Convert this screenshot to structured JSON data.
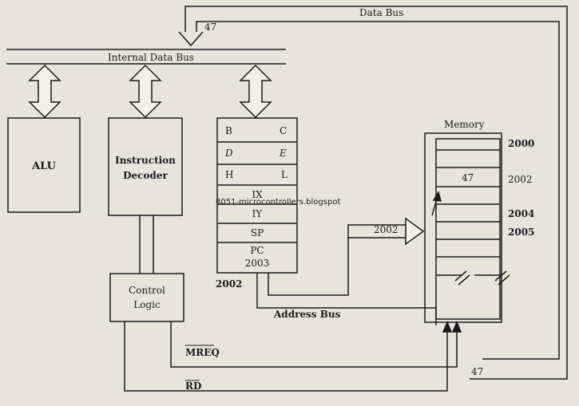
{
  "labels": {
    "data_bus": "Data Bus",
    "internal_data_bus": "Internal Data Bus",
    "alu": "ALU",
    "instruction_decoder_line1": "Instruction",
    "instruction_decoder_line2": "Decoder",
    "control_logic_line1": "Control",
    "control_logic_line2": "Logic",
    "memory": "Memory",
    "address_bus": "Address Bus",
    "mreq": "MREQ",
    "rd": "RD",
    "watermark": "8051-microcontrollers.blogspot"
  },
  "registers": {
    "b": "B",
    "c": "C",
    "d": "D",
    "e": "E",
    "h": "H",
    "l": "L",
    "ix": "IX",
    "iy": "IY",
    "sp": "SP",
    "pc": "PC",
    "pc_value": "2003"
  },
  "values": {
    "data_bus_top": "47",
    "data_bus_bottom": "47",
    "address_out": "2002",
    "address_arrow": "2002"
  },
  "memory": {
    "cell_value": "47",
    "addresses": [
      "2000",
      "2002",
      "2004",
      "2005"
    ]
  }
}
